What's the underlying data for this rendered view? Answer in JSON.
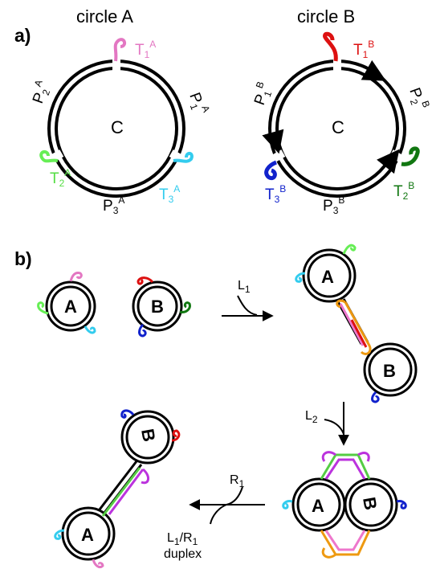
{
  "panel_a": {
    "panel_label": "a)",
    "circle_a": {
      "title": "circle A",
      "center": "C",
      "strands": [
        {
          "base": "P",
          "sub": "1",
          "sup": "A"
        },
        {
          "base": "P",
          "sub": "2",
          "sup": "A"
        },
        {
          "base": "P",
          "sub": "3",
          "sup": "A"
        }
      ],
      "tags": [
        {
          "base": "T",
          "sub": "1",
          "sup": "A",
          "color": "#e377c2"
        },
        {
          "base": "T",
          "sub": "2",
          "sup": "A",
          "color": "#66ee55"
        },
        {
          "base": "T",
          "sub": "3",
          "sup": "A",
          "color": "#33ccee"
        }
      ]
    },
    "circle_b": {
      "title": "circle B",
      "center": "C",
      "strands": [
        {
          "base": "P",
          "sub": "1",
          "sup": "B"
        },
        {
          "base": "P",
          "sub": "2",
          "sup": "B"
        },
        {
          "base": "P",
          "sub": "3",
          "sup": "B"
        }
      ],
      "tags": [
        {
          "base": "T",
          "sub": "1",
          "sup": "B",
          "color": "#dd1111"
        },
        {
          "base": "T",
          "sub": "2",
          "sup": "B",
          "color": "#117711"
        },
        {
          "base": "T",
          "sub": "3",
          "sup": "B",
          "color": "#1122cc"
        }
      ]
    }
  },
  "panel_b": {
    "panel_label": "b)",
    "circle_a_label": "A",
    "circle_b_label": "B",
    "step1_reagent": {
      "base": "L",
      "sub": "1"
    },
    "step2_reagent": {
      "base": "L",
      "sub": "2"
    },
    "step3_reagent": {
      "base": "R",
      "sub": "1"
    },
    "byproduct": {
      "line1": "L",
      "sub": "1",
      "line2": "/R",
      "sub2": "1",
      "line3": "duplex"
    }
  },
  "colors": {
    "linker_l1_pink": "#ee77cc",
    "linker_l1_orange": "#ee9911",
    "linker_l2_purple": "#bb33dd",
    "linker_l2_green": "#55cc44"
  }
}
